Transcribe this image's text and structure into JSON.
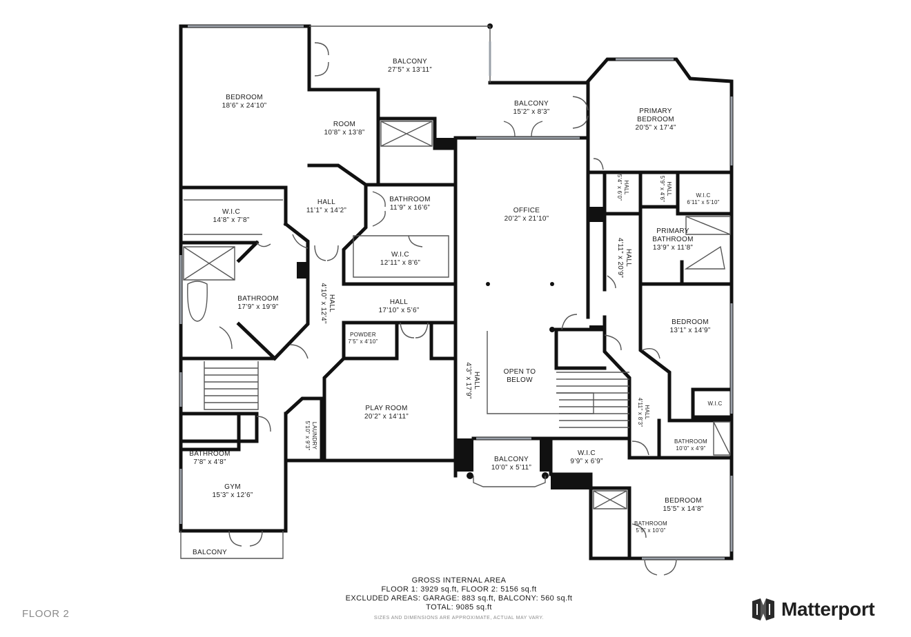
{
  "rooms": {
    "bedroom_nw": {
      "name": "BEDROOM",
      "dim": "18’6” x 24’10”"
    },
    "balcony_top": {
      "name": "BALCONY",
      "dim": "27’5” x 13’11”"
    },
    "room": {
      "name": "ROOM",
      "dim": "10’8” x 13’8”"
    },
    "balcony_mid": {
      "name": "BALCONY",
      "dim": "15’2” x 8’3”"
    },
    "primary_bedroom": {
      "name": "PRIMARY",
      "name2": "BEDROOM",
      "dim": "20’5” x 17’4”"
    },
    "wic_w": {
      "name": "W.I.C",
      "dim": "14’8” x 7’8”"
    },
    "hall_w": {
      "name": "HALL",
      "dim": "11’1” x 14’2”"
    },
    "bathroom_c": {
      "name": "BATHROOM",
      "dim": "11’9” x 16’6”"
    },
    "office": {
      "name": "OFFICE",
      "dim": "20’2” x 21’10”"
    },
    "hall_a": {
      "name": "HALL",
      "dim": "5’4” x 6’0”"
    },
    "hall_b": {
      "name": "HALL",
      "dim": "5’9” x 4’6”"
    },
    "wic_ne": {
      "name": "W.I.C",
      "dim": "6’11” x 5’10”"
    },
    "primary_bathroom": {
      "name": "PRIMARY",
      "name2": "BATHROOM",
      "dim": "13’9” x 11’8”"
    },
    "hall_c": {
      "name": "HALL",
      "dim": "4’11” x 20’9”"
    },
    "wic_c": {
      "name": "W.I.C",
      "dim": "12’11” x 8’6”"
    },
    "bathroom_w": {
      "name": "BATHROOM",
      "dim": "17’9” x 19’9”"
    },
    "hall_d": {
      "name": "HALL",
      "dim": "4’10” x 12’4”"
    },
    "hall_e": {
      "name": "HALL",
      "dim": "17’10” x 5’6”"
    },
    "bedroom_e": {
      "name": "BEDROOM",
      "dim": "13’1” x 14’9”"
    },
    "powder": {
      "name": "POWDER",
      "dim": "7’5” x 4’10”"
    },
    "hall_f": {
      "name": "HALL",
      "dim": "4’3” x 17’9”"
    },
    "open_below": {
      "name": "OPEN TO",
      "name2": "BELOW"
    },
    "play_room": {
      "name": "PLAY ROOM",
      "dim": "20’2” x 14’11”"
    },
    "hall_g": {
      "name": "HALL",
      "dim": "4’11” x 8’3”"
    },
    "wic_small": {
      "name": "W.I.C"
    },
    "bathroom_e": {
      "name": "BATHROOM",
      "dim": "10’0” x 4’9”"
    },
    "laundry": {
      "name": "LAUNDRY",
      "dim": "5’10” x 9’3”"
    },
    "bathroom_sw": {
      "name": "BATHROOM",
      "dim": "7’8” x 4’8”"
    },
    "balcony_s": {
      "name": "BALCONY",
      "dim": "10’0” x 5’11”"
    },
    "wic_s": {
      "name": "W.I.C",
      "dim": "9’9” x 6’9”"
    },
    "gym": {
      "name": "GYM",
      "dim": "15’3” x 12’6”"
    },
    "bedroom_se": {
      "name": "BEDROOM",
      "dim": "15’5” x 14’8”"
    },
    "bathroom_se": {
      "name": "BATHROOM",
      "dim": "5’5” x 10’0”"
    },
    "balcony_sw": {
      "name": "BALCONY"
    }
  },
  "footer": {
    "title": "GROSS INTERNAL AREA",
    "line1": "FLOOR 1: 3929 sq.ft, FLOOR 2: 5156 sq.ft",
    "line2": "EXCLUDED AREAS: GARAGE: 883 sq.ft, BALCONY: 560 sq.ft",
    "line3": "TOTAL: 9085 sq.ft",
    "disclaimer": "SIZES AND DIMENSIONS ARE APPROXIMATE, ACTUAL MAY VARY."
  },
  "floor_label": "FLOOR 2",
  "brand": {
    "name": "Matterport",
    "icon": "matterport-logo-icon"
  },
  "colors": {
    "wall": "#111111",
    "thin": "#333333",
    "window": "#9aa0a8",
    "text": "#1a1a1a",
    "muted": "#8a8a8a"
  }
}
